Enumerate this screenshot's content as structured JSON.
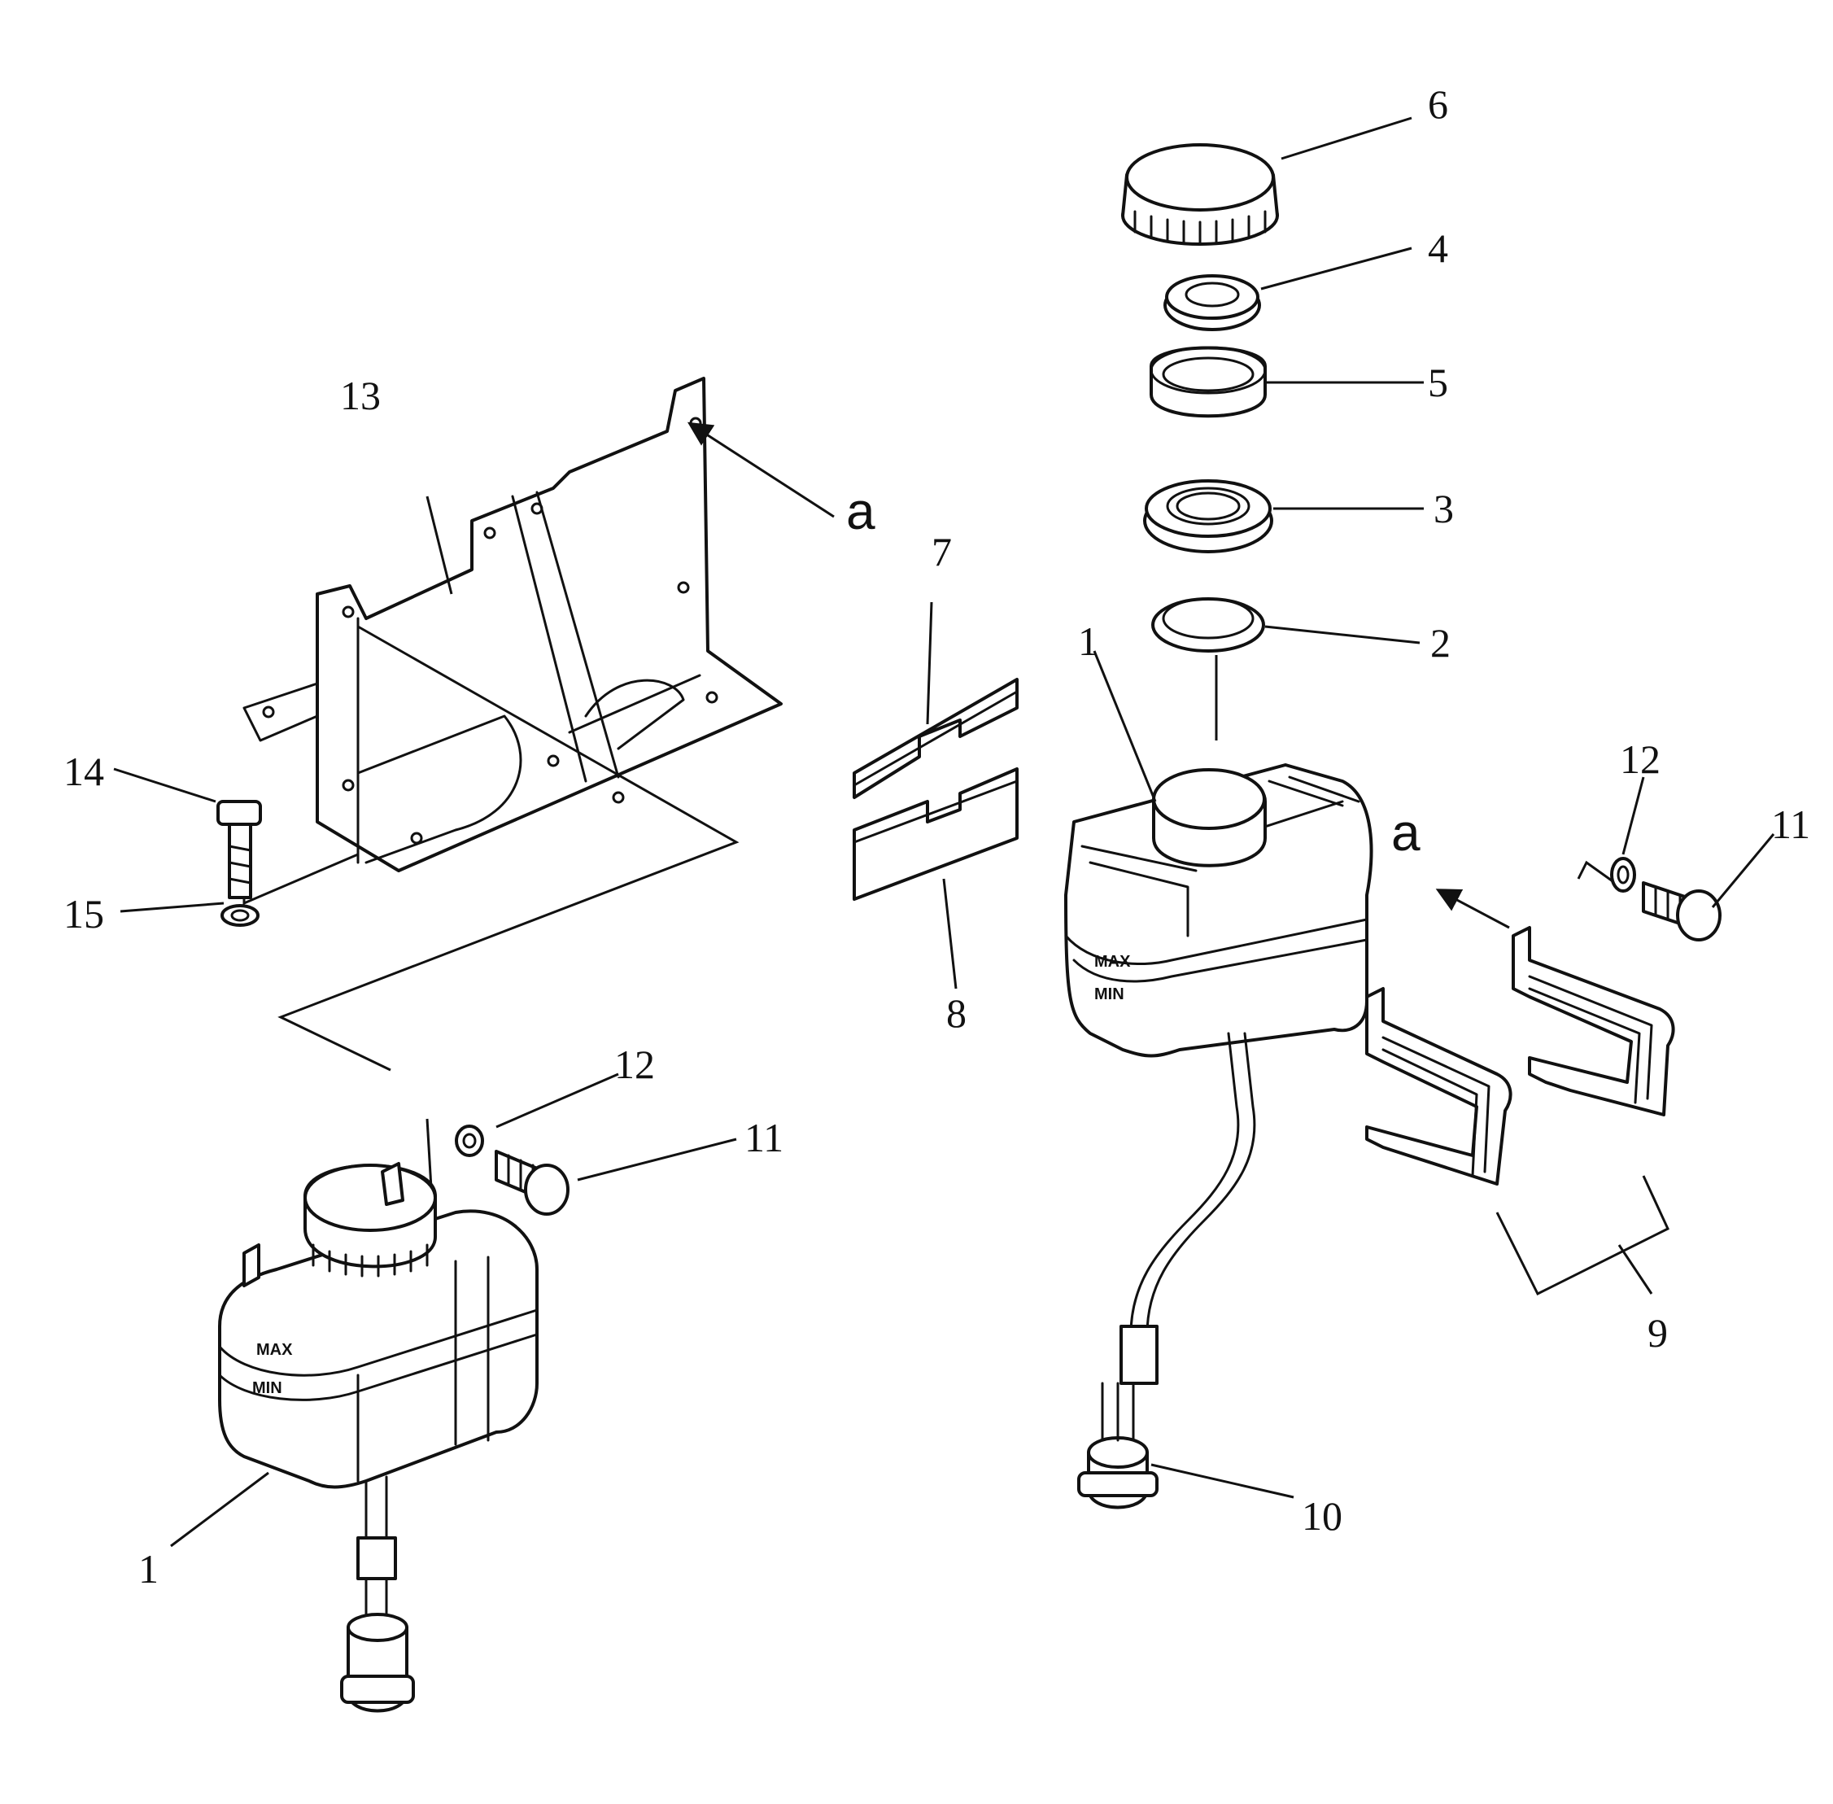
{
  "diagram": {
    "callouts": {
      "c1_left": "1",
      "c1_right": "1",
      "c2": "2",
      "c3": "3",
      "c4": "4",
      "c5": "5",
      "c6": "6",
      "c7": "7",
      "c8": "8",
      "c9": "9",
      "c10": "10",
      "c11_left": "11",
      "c11_right": "11",
      "c12_left": "12",
      "c12_right": "12",
      "c13": "13",
      "c14": "14",
      "c15": "15",
      "view_a_top": "a",
      "view_a_right": "a"
    },
    "tank_markings": {
      "max": "MAX",
      "min": "MIN"
    },
    "colors": {
      "line": "#111111",
      "background": "#ffffff"
    }
  }
}
